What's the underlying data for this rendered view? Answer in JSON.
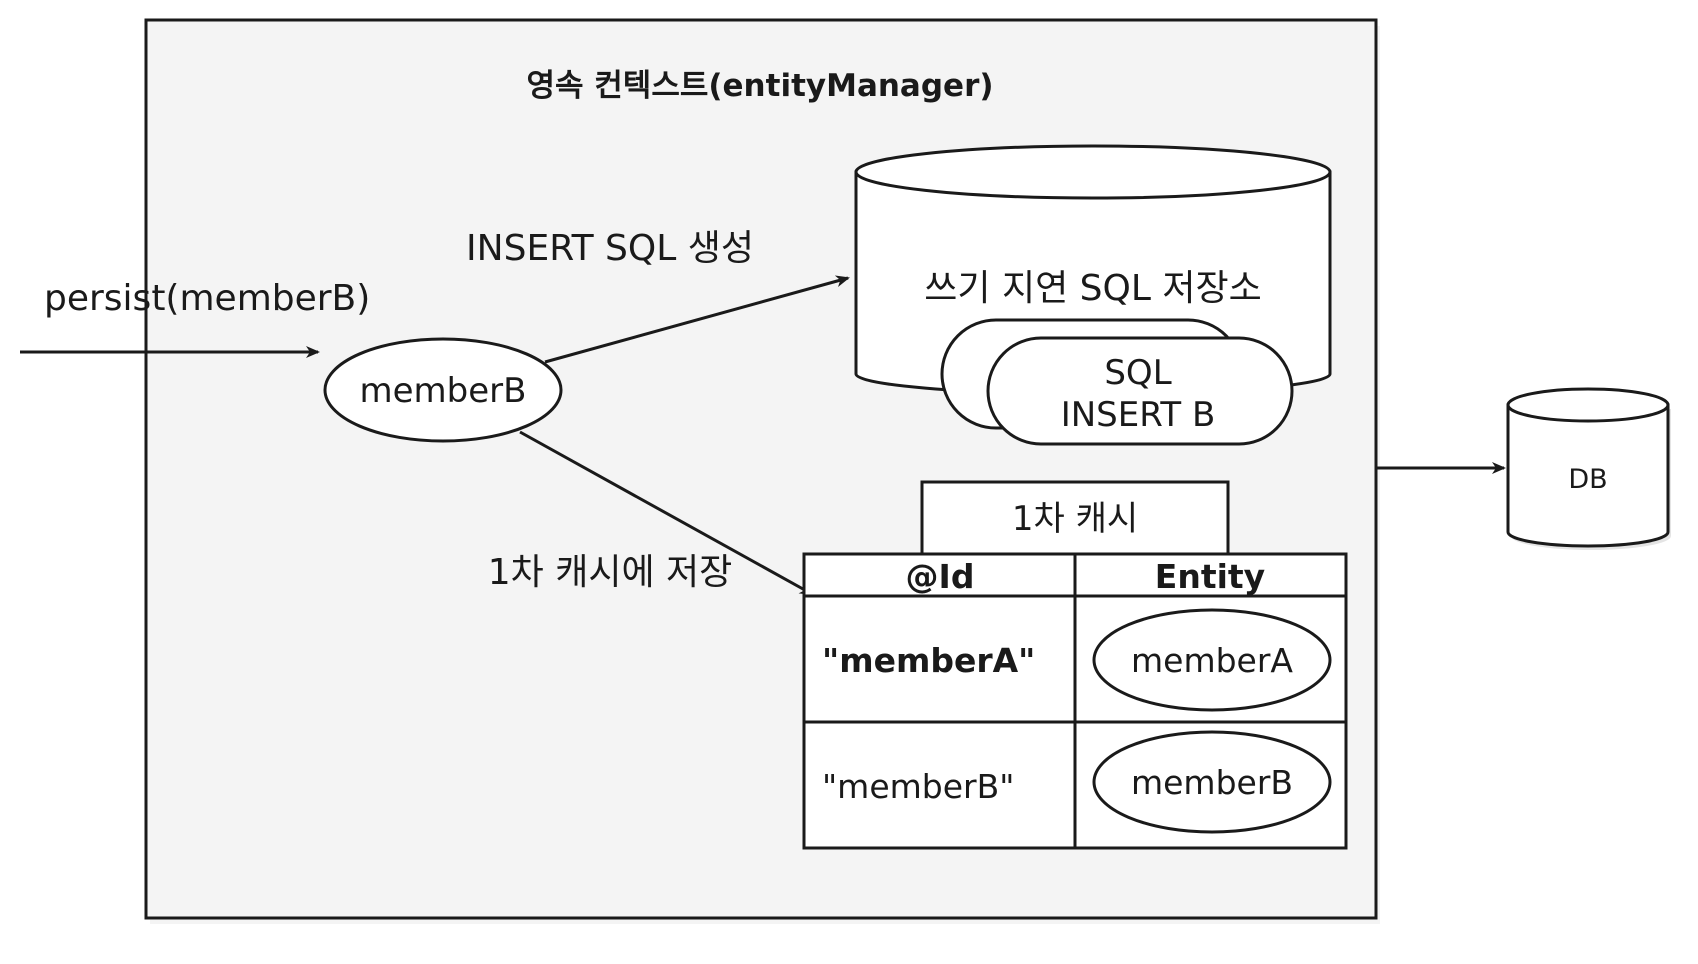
{
  "context": {
    "title": "영속 컨텍스트(entityManager)"
  },
  "call": {
    "label": "persist(memberB)"
  },
  "entity_node": {
    "label": "memberB"
  },
  "edges": {
    "insert_sql_label": "INSERT SQL 생성",
    "cache_store_label": "1차 캐시에 저장"
  },
  "write_behind_store": {
    "title": "쓰기 지연 SQL 저장소",
    "queue_item_line1": "SQL",
    "queue_item_line2": "INSERT B"
  },
  "first_level_cache": {
    "title": "1차 캐시",
    "columns": [
      "@Id",
      "Entity"
    ],
    "rows": [
      {
        "id": "\"memberA\"",
        "entity": "memberA"
      },
      {
        "id": "\"memberB\"",
        "entity": "memberB"
      }
    ]
  },
  "database": {
    "label": "DB"
  }
}
